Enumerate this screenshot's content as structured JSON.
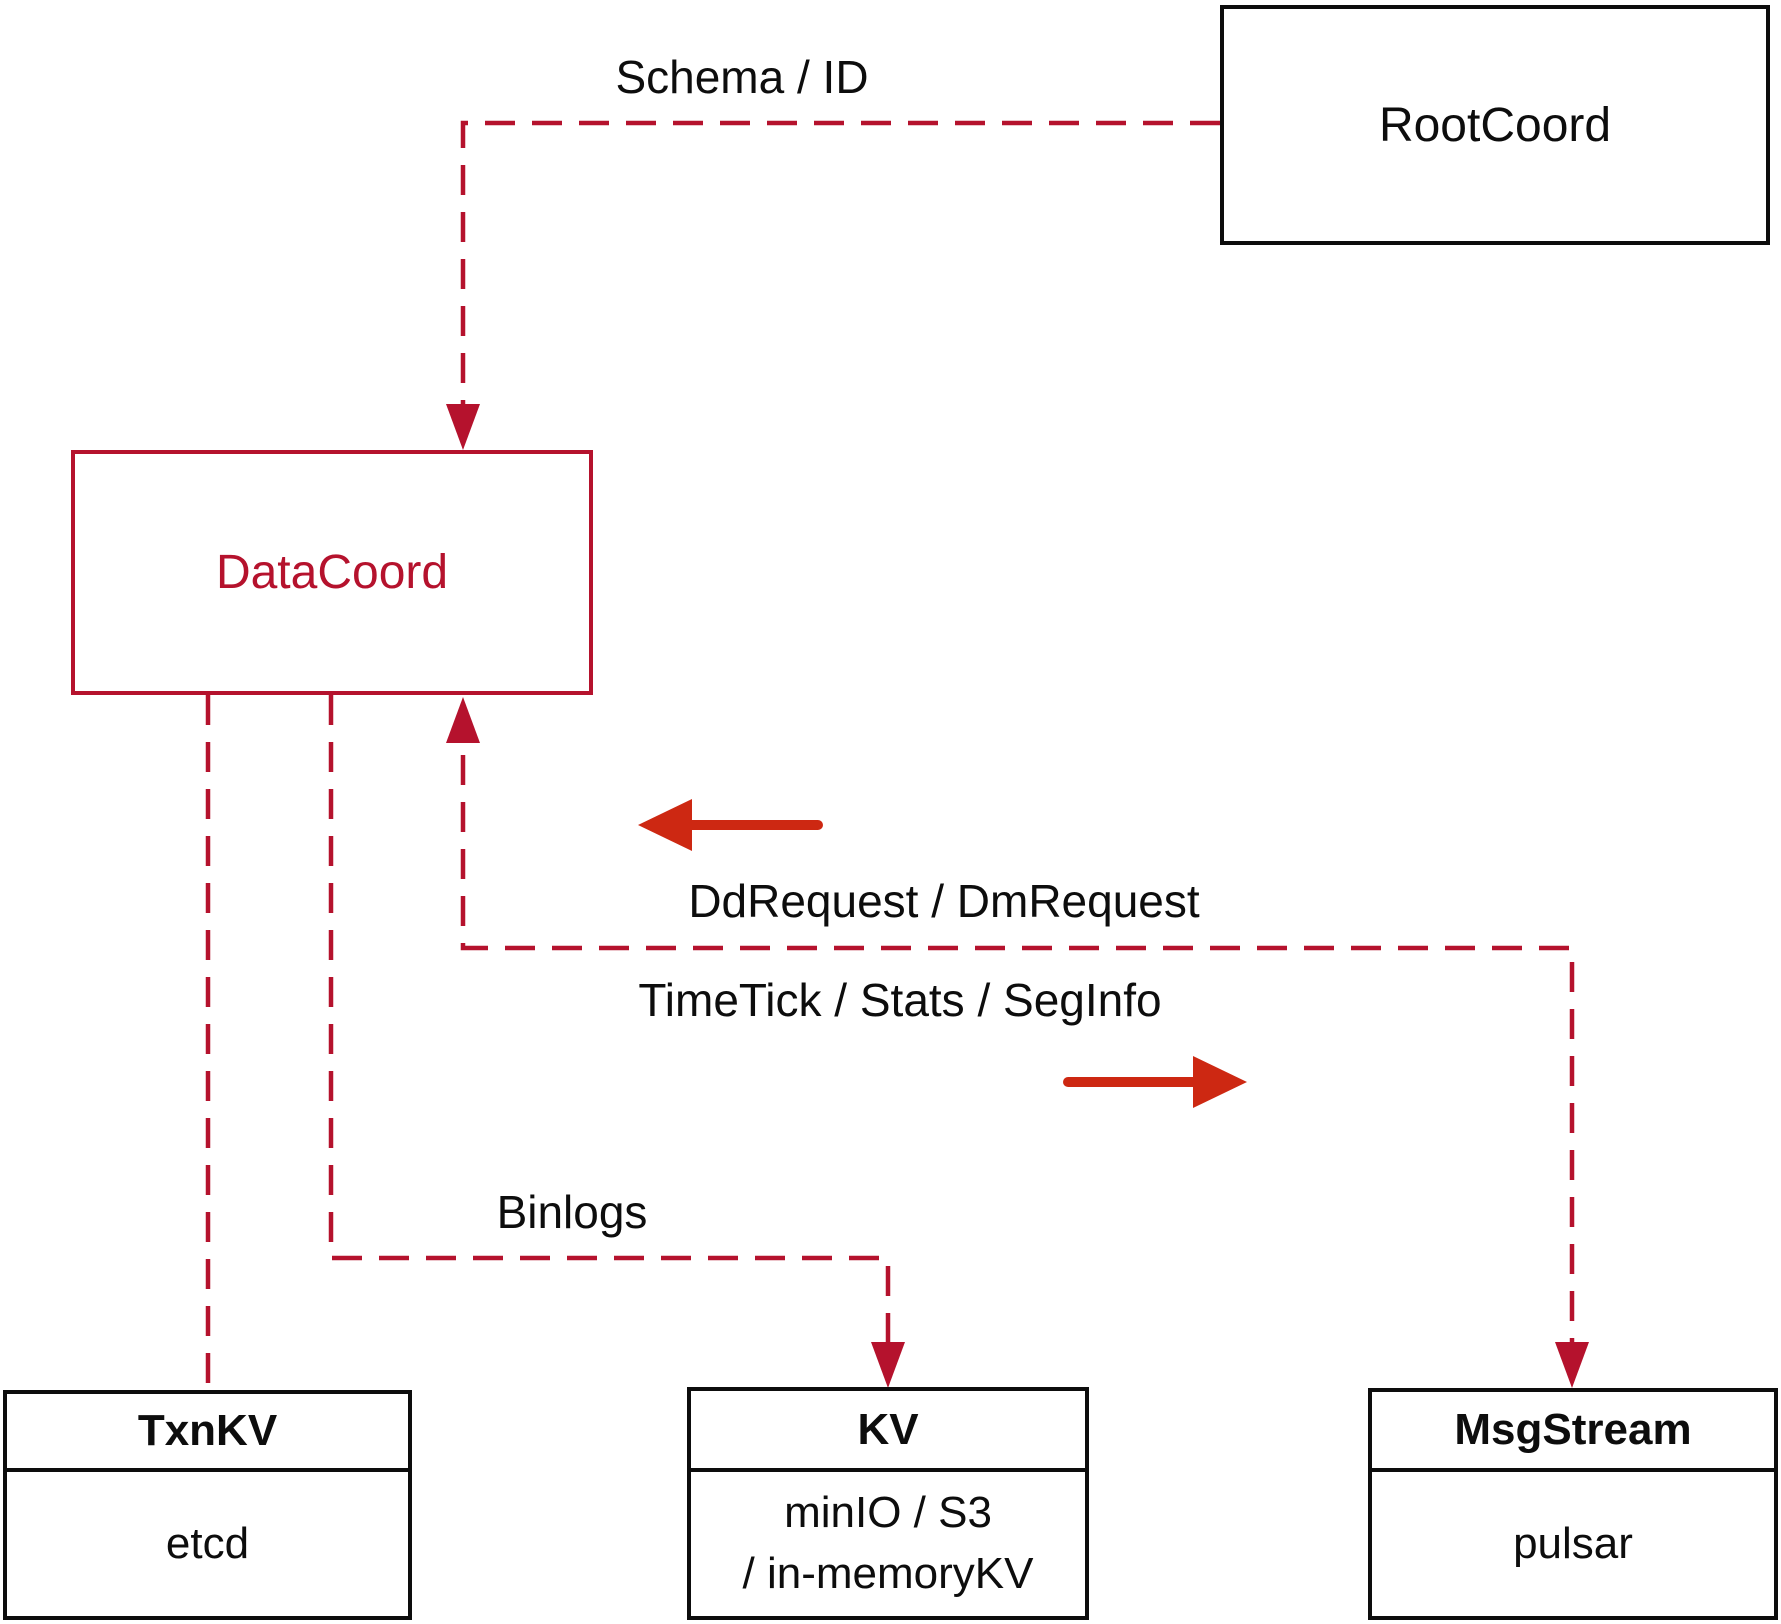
{
  "nodes": {
    "rootcoord": {
      "label": "RootCoord"
    },
    "datacoord": {
      "label": "DataCoord"
    },
    "txnkv": {
      "title": "TxnKV",
      "body": "etcd"
    },
    "kv": {
      "title": "KV",
      "body_line1": "minIO / S3",
      "body_line2": "/ in-memoryKV"
    },
    "msgstream": {
      "title": "MsgStream",
      "body": "pulsar"
    }
  },
  "edge_labels": {
    "schema_id": "Schema / ID",
    "dd_dm_request": "DdRequest / DmRequest",
    "timetick_stats_seginfo": "TimeTick / Stats / SegInfo",
    "binlogs": "Binlogs"
  },
  "colors": {
    "connector_red": "#b5122d",
    "arrow_red": "#cd2812",
    "box_black": "#0d0d0d",
    "text_black": "#000000",
    "background": "#ffffff"
  }
}
